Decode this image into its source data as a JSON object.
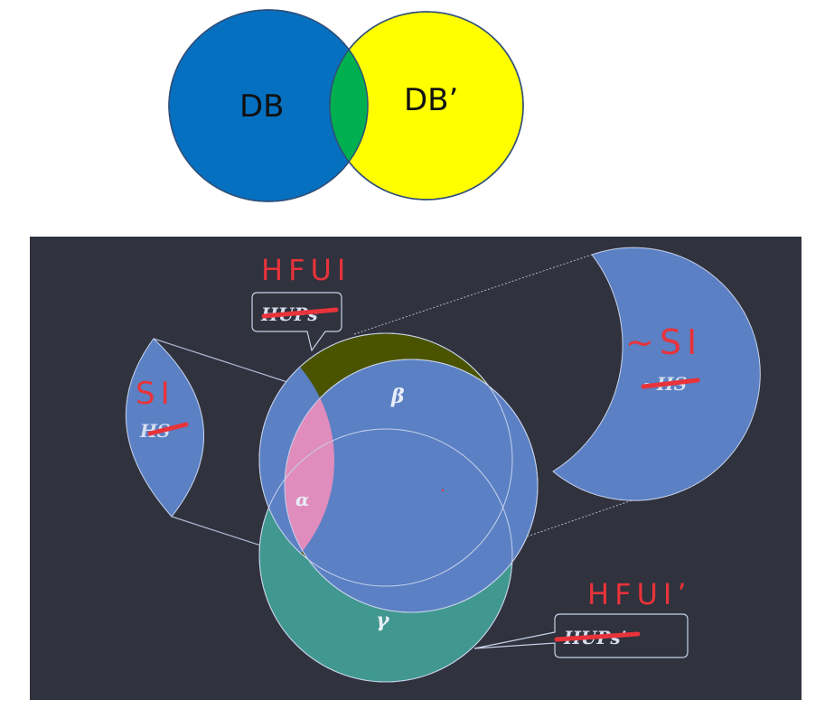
{
  "top_diagram": {
    "left_set": {
      "label": "DB",
      "color": "#0670c0"
    },
    "right_set": {
      "label": "DB’",
      "color": "#ffff00"
    },
    "overlap_color": "#00b050"
  },
  "bottom_diagram": {
    "background": "#30323d",
    "regions": {
      "alpha": "α",
      "beta": "β",
      "gamma": "γ"
    },
    "colors": {
      "blue_set": "#5b80c4",
      "olive_region": "#4a5400",
      "teal_region": "#409890",
      "pink_region": "#e08cbc",
      "outline": "#c7d2ea",
      "handwriting": "#e8333a"
    },
    "callouts": {
      "top": {
        "struck_text": "HUPs",
        "handwritten": "HFUI"
      },
      "bottom": {
        "struck_text": "HUPs’",
        "handwritten": "HFUI’"
      }
    },
    "left_lens": {
      "struck_text": "HS",
      "handwritten": "SI"
    },
    "right_crescent": {
      "struck_text": "~HS",
      "handwritten": "~SI"
    }
  }
}
